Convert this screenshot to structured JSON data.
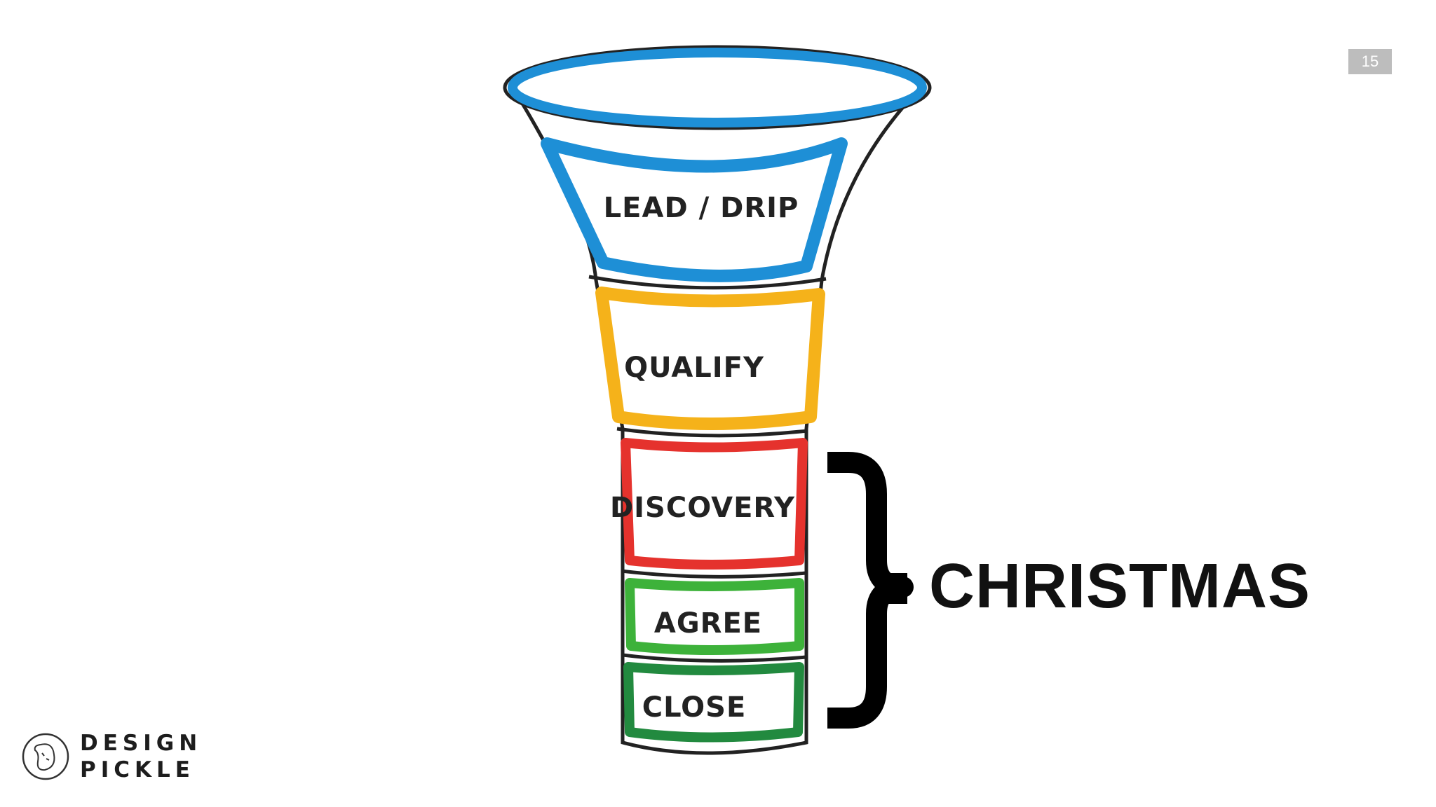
{
  "slide": {
    "page_number": "15"
  },
  "funnel": {
    "stages": [
      {
        "label": "LEAD / DRIP",
        "color": "#1e8fd6"
      },
      {
        "label": "QUALIFY",
        "color": "#f5b21a"
      },
      {
        "label": "DISCOVERY",
        "color": "#e5322d"
      },
      {
        "label": "AGREE",
        "color": "#3db23a"
      },
      {
        "label": "CLOSE",
        "color": "#228a3f"
      }
    ],
    "outline_color": "#222222"
  },
  "bracket": {
    "label": "CHRISTMAS",
    "icon": "curly-brace-icon"
  },
  "brand": {
    "line1": "DESIGN",
    "line2": "PICKLE",
    "icon": "pickle-logo-icon"
  }
}
